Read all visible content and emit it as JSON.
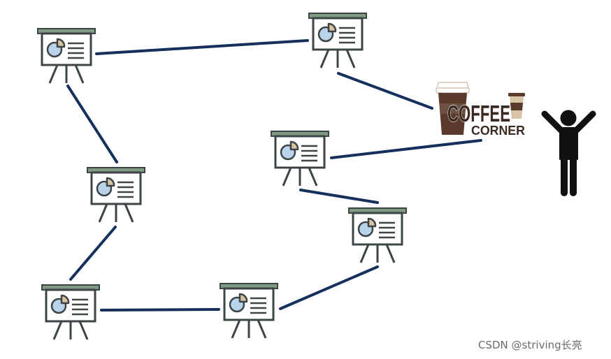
{
  "logo": {
    "line1": "COFFEE",
    "line2": "CORNER"
  },
  "watermark": "CSDN @striving长亮",
  "icons": {
    "presentation_board": "presentation-board-icon",
    "person": "person-icon",
    "coffee_cup": "coffee-cup-icon"
  },
  "colors": {
    "connector": "#15305c",
    "board_frame": "#3d4447",
    "board_top_rail": "#7f9c82",
    "pie_fill": "#b9d3ea",
    "pie_slice": "#d8c3a0",
    "person": "#111111",
    "coffee_brown": "#5a3a2a",
    "watermark": "#6b6b6b"
  }
}
